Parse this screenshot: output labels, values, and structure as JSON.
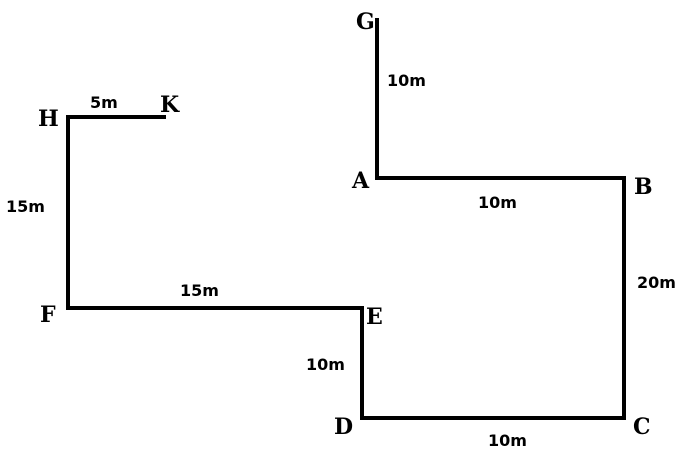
{
  "diagram": {
    "points": {
      "G": "G",
      "A": "A",
      "B": "B",
      "C": "C",
      "D": "D",
      "E": "E",
      "F": "F",
      "H": "H",
      "K": "K"
    },
    "segments": {
      "GA": "10m",
      "AB": "10m",
      "BC": "20m",
      "CD": "10m",
      "DE": "10m",
      "EF": "15m",
      "FH": "15m",
      "HK": "5m"
    },
    "line_color": "#000000"
  }
}
